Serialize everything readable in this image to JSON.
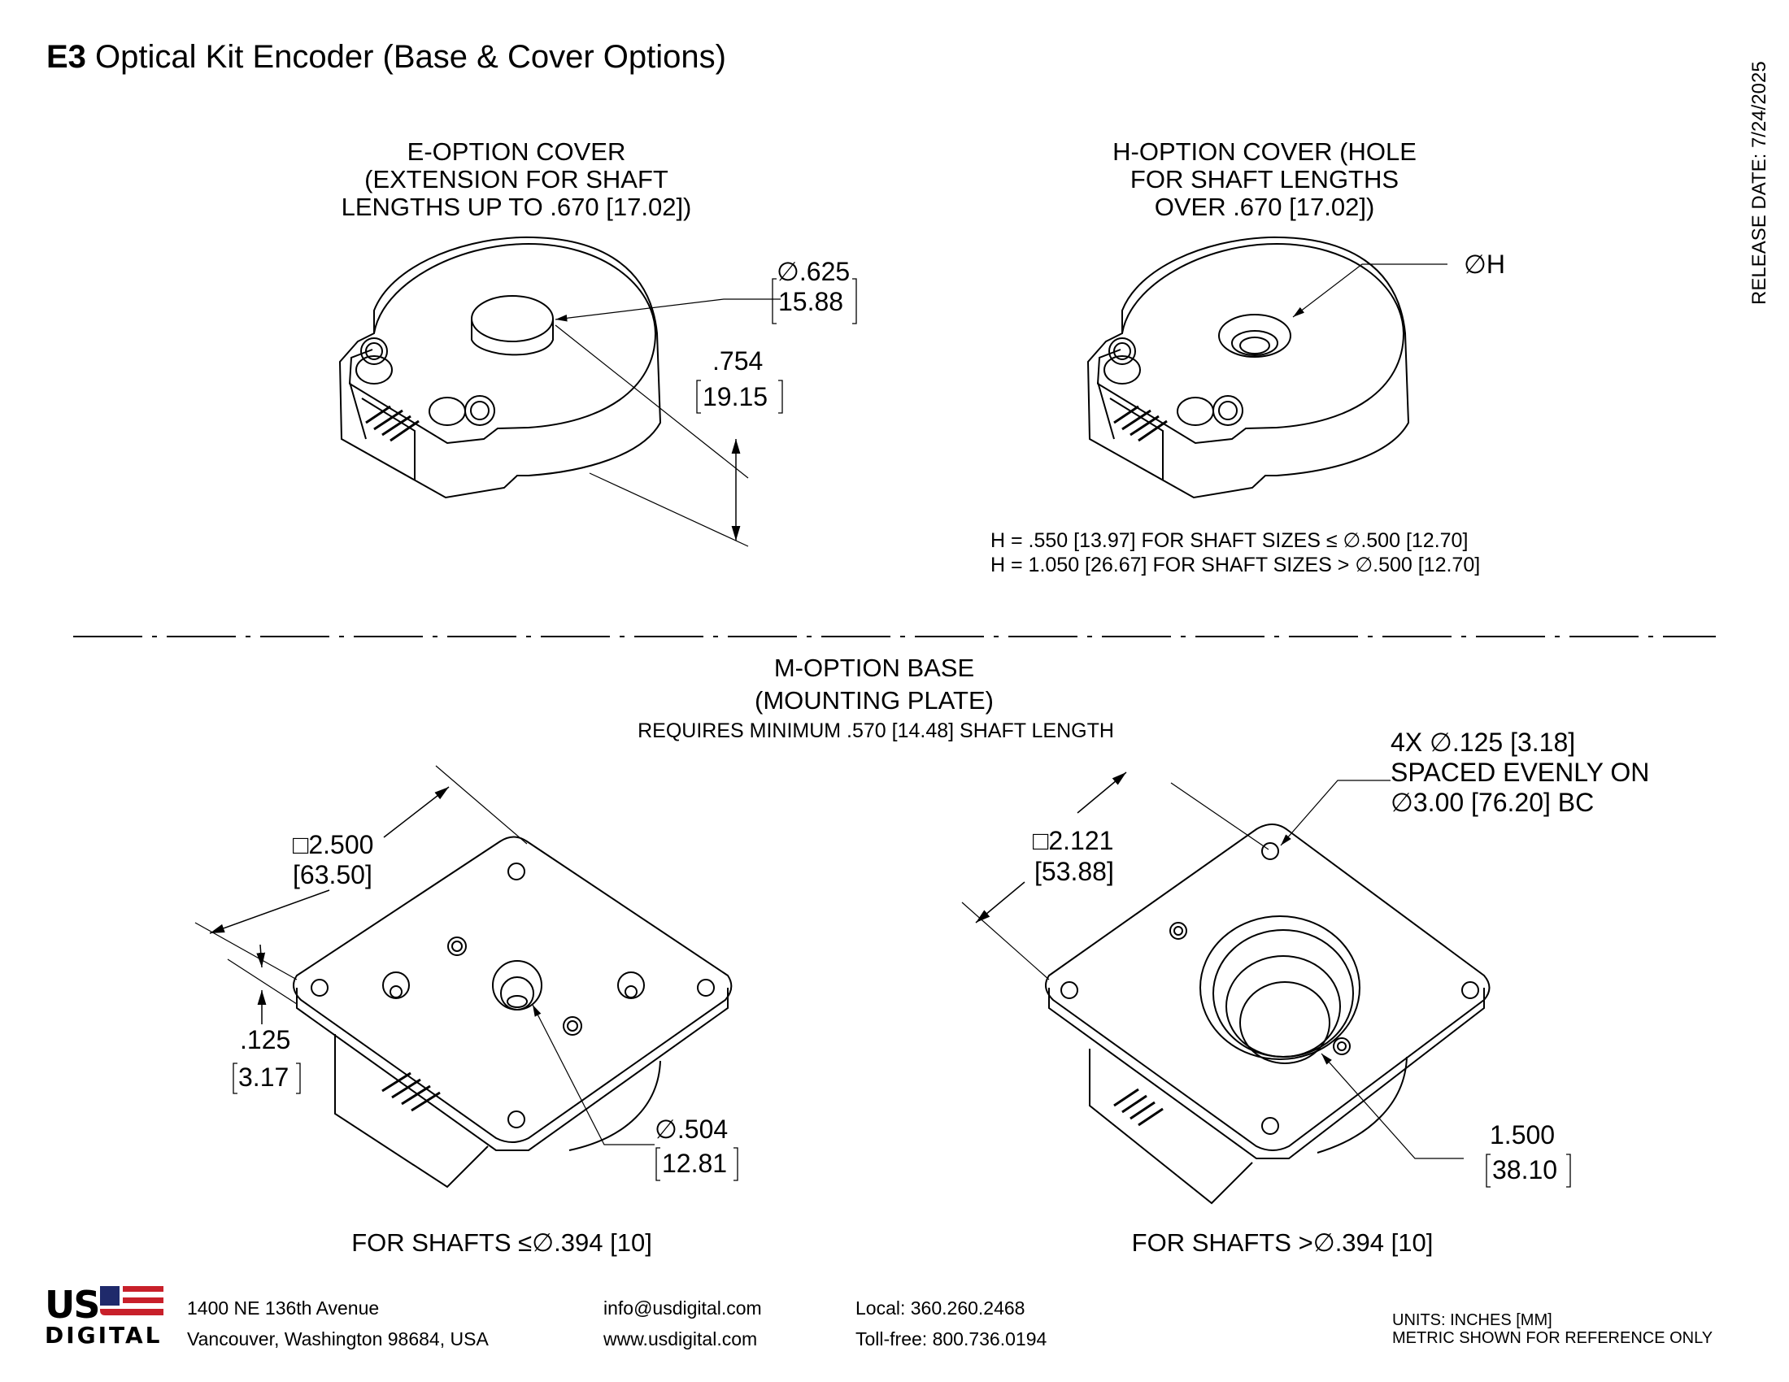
{
  "header": {
    "title_bold": "E3",
    "title_rest": " Optical Kit Encoder (Base & Cover Options)",
    "release_date": "RELEASE DATE: 7/24/2025"
  },
  "e_option": {
    "label_lines": [
      "E-OPTION COVER",
      "(EXTENSION FOR SHAFT",
      "LENGTHS UP TO .670 [17.02])"
    ],
    "dim_diameter": "∅.625",
    "dim_diameter_mm": "15.88",
    "dim_height": ".754",
    "dim_height_mm": "19.15"
  },
  "h_option": {
    "label_lines": [
      "H-OPTION COVER (HOLE",
      "FOR SHAFT LENGTHS",
      "OVER .670 [17.02])"
    ],
    "dim_hole": "∅H",
    "notes": [
      "H = .550 [13.97] FOR SHAFT SIZES ≤ ∅.500 [12.70]",
      "H = 1.050 [26.67] FOR SHAFT SIZES > ∅.500 [12.70]"
    ]
  },
  "m_option": {
    "title_lines": [
      "M-OPTION BASE",
      "(MOUNTING PLATE)"
    ],
    "requirement": "REQUIRES MINIMUM .570 [14.48] SHAFT LENGTH",
    "left": {
      "dim_square": "□2.500",
      "dim_square_mm": "[63.50]",
      "dim_thickness": ".125",
      "dim_thickness_mm": "3.17",
      "dim_bore": "∅.504",
      "dim_bore_mm": "12.81",
      "caption": "FOR SHAFTS ≤∅.394 [10]"
    },
    "right": {
      "dim_square": "□2.121",
      "dim_square_mm": "[53.88]",
      "holes_lines": [
        "4X ∅.125 [3.18]",
        "SPACED EVENLY ON",
        "∅3.00 [76.20] BC"
      ],
      "dim_bore": "1.500",
      "dim_bore_mm": "38.10",
      "caption": "FOR SHAFTS >∅.394 [10]"
    }
  },
  "footer": {
    "logo_top": "US",
    "logo_bottom": "DIGITAL",
    "logo_colors": {
      "blue": "#1f2a6b",
      "red": "#c8202a"
    },
    "address_line1": "1400 NE 136th Avenue",
    "address_line2": "Vancouver, Washington 98684, USA",
    "email": "info@usdigital.com",
    "website": "www.usdigital.com",
    "phone_local": "Local: 360.260.2468",
    "phone_tollfree": "Toll-free: 800.736.0194",
    "units_line1": "UNITS: INCHES [MM]",
    "units_line2": "METRIC SHOWN FOR REFERENCE ONLY"
  }
}
